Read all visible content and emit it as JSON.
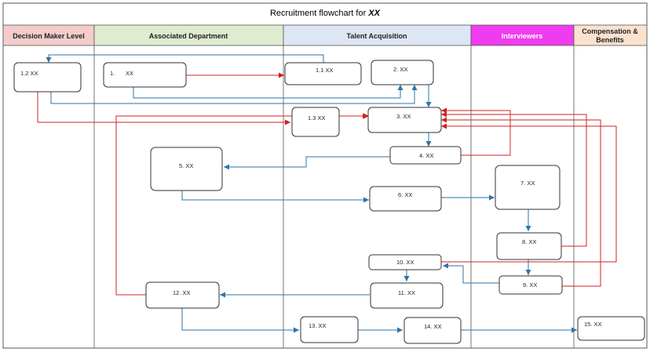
{
  "title": {
    "text": "Recruitment flowchart for ",
    "emphasis": "XX"
  },
  "lanes": [
    {
      "label": "Decision Maker Level",
      "color": "#f4cccc",
      "text_color": "#222222"
    },
    {
      "label": "Associated Department",
      "color": "#dfeccf",
      "text_color": "#222222"
    },
    {
      "label": "Talent Acquisition",
      "color": "#dde7f3",
      "text_color": "#222222"
    },
    {
      "label": "Interviewers",
      "color": "#f03cf0",
      "text_color": "#ffffff"
    },
    {
      "label_line1": "Compensation &",
      "label_line2": "Benefits",
      "color": "#fbe2cf",
      "text_color": "#222222"
    }
  ],
  "nodes": {
    "n1_2": "1.2 XX",
    "n1_num": "1.",
    "n1_val": "XX",
    "n1_1": "1.1 XX",
    "n2": "2. XX",
    "n1_3": "1.3 XX",
    "n3": "3. XX",
    "n4": "4. XX",
    "n5": "5. XX",
    "n6": "6. XX",
    "n7": "7. XX",
    "n8": "8. XX",
    "n9": "9. XX",
    "n10": "10. XX",
    "n11": "11. XX",
    "n12": "12. XX",
    "n13": "13. XX",
    "n14": "14. XX",
    "n15": "15. XX"
  },
  "colors": {
    "blue_arrow": "#2e75a6",
    "red_arrow": "#d02020",
    "border": "#333333"
  }
}
